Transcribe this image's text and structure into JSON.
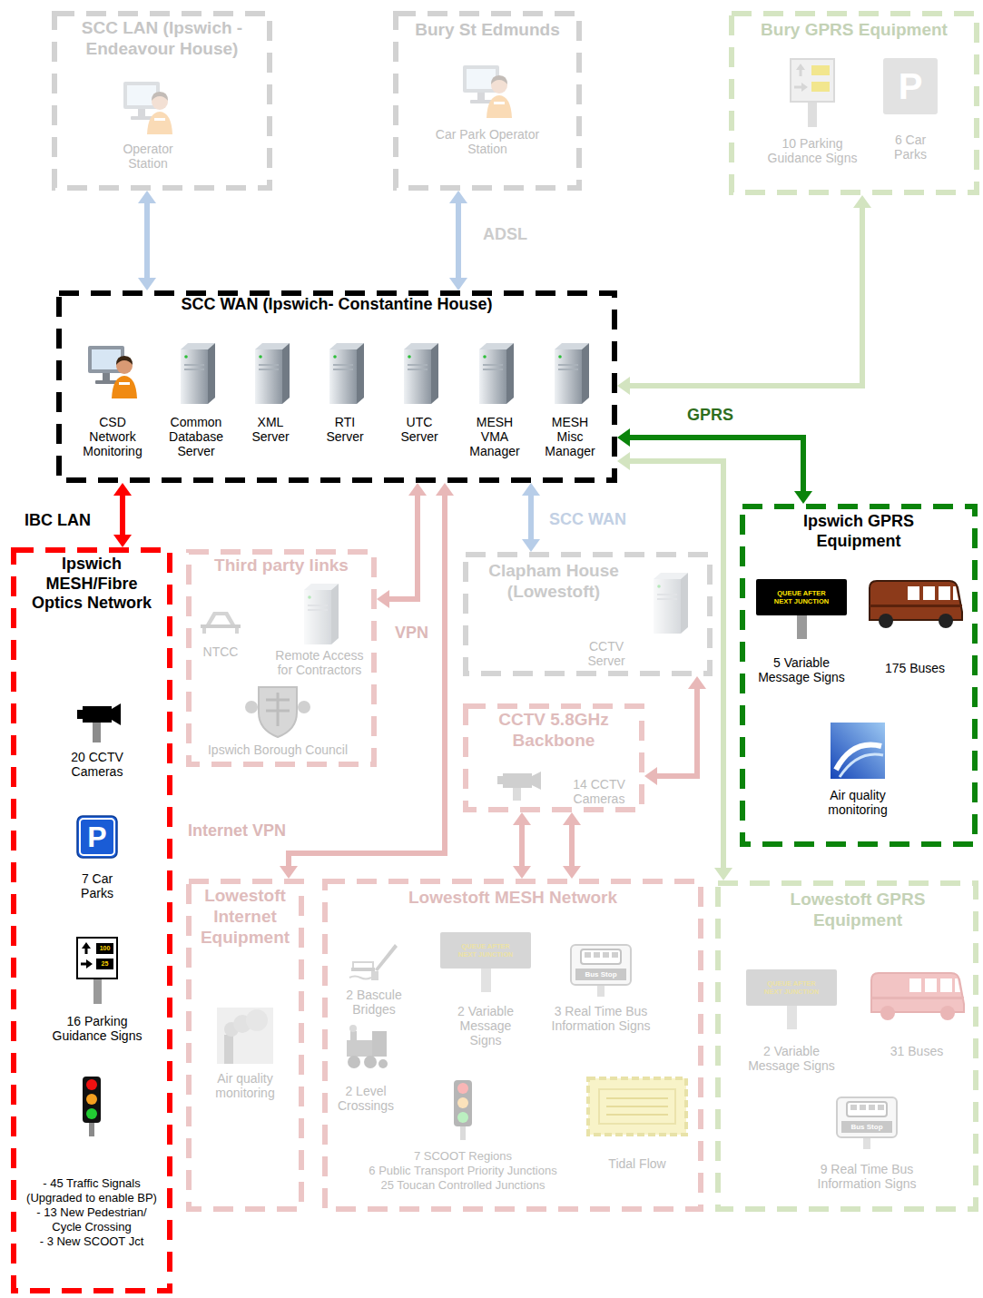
{
  "diagram": {
    "nodes": [
      {
        "text": [
          "SCC LAN (Ipswich - Endeavour House)"
        ]
      },
      {
        "text": [
          "Operator Station"
        ],
        "in": 0
      },
      {
        "text": [
          "Bury St Edmunds"
        ]
      },
      {
        "text": [
          "Car Park Operator Station"
        ],
        "in": 2
      },
      {
        "text": [
          "Bury GPRS Equipment"
        ]
      },
      {
        "text": [
          "10 Parking Guidance Signs"
        ],
        "in": 4
      },
      {
        "text": [
          "P",
          "6 Car Parks"
        ],
        "in": 4
      },
      {
        "text": [
          "SCC WAN (Ipswich- Constantine House)"
        ]
      },
      {
        "text": [
          "CSD Network Monitoring"
        ],
        "in": 7
      },
      {
        "text": [
          "Common Database Server"
        ],
        "in": 7
      },
      {
        "text": [
          "XML Server"
        ],
        "in": 7
      },
      {
        "text": [
          "RTI Server"
        ],
        "in": 7
      },
      {
        "text": [
          "UTC Server"
        ],
        "in": 7
      },
      {
        "text": [
          "MESH VMA Manager"
        ],
        "in": 7
      },
      {
        "text": [
          "MESH Misc Manager"
        ],
        "in": 7
      },
      {
        "text": [
          "Ipswich MESH/Fibre Optics Network"
        ]
      },
      {
        "text": [
          "20 CCTV Cameras"
        ],
        "in": 15
      },
      {
        "text": [
          "P",
          "7 Car Parks"
        ],
        "in": 15
      },
      {
        "text": [
          "100",
          "25",
          "16 Parking Guidance Signs"
        ],
        "in": 15
      },
      {
        "text": [
          "- 45 Traffic Signals (Upgraded to enable BP)",
          "- 13 New Pedestrian/ Cycle Crossing",
          "- 3 New SCOOT Jct"
        ],
        "in": 15
      },
      {
        "text": [
          "Third party links"
        ]
      },
      {
        "text": [
          "NTCC"
        ],
        "in": 20
      },
      {
        "text": [
          "Remote Access for Contractors"
        ],
        "in": 20
      },
      {
        "text": [
          "Ipswich Borough Council"
        ],
        "in": 20
      },
      {
        "text": [
          "Clapham House (Lowestoft)"
        ]
      },
      {
        "text": [
          "CCTV Server"
        ],
        "in": 24
      },
      {
        "text": [
          "CCTV 5.8GHz Backbone"
        ]
      },
      {
        "text": [
          "14 CCTV Cameras"
        ],
        "in": 26
      },
      {
        "text": [
          "Ipswich GPRS Equipment"
        ]
      },
      {
        "text": [
          "QUEUE AFTER NEXT JUNCTION",
          "5 Variable Message Signs"
        ],
        "in": 28
      },
      {
        "text": [
          "175 Buses"
        ],
        "in": 28
      },
      {
        "text": [
          "Air quality monitoring"
        ],
        "in": 28
      },
      {
        "text": [
          "Lowestoft Internet Equipment"
        ]
      },
      {
        "text": [
          "Air quality monitoring"
        ],
        "in": 32
      },
      {
        "text": [
          "Lowestoft MESH Network"
        ]
      },
      {
        "text": [
          "2 Bascule Bridges"
        ],
        "in": 34
      },
      {
        "text": [
          "QUEUE AFTER NEXT JUNCTION",
          "2 Variable Message Signs"
        ],
        "in": 34
      },
      {
        "text": [
          "Bus Stop",
          "3 Real Time Bus Information Signs"
        ],
        "in": 34
      },
      {
        "text": [
          "2 Level Crossings"
        ],
        "in": 34
      },
      {
        "text": [
          "7 SCOOT Regions",
          "6 Public Transport Priority Junctions",
          "25 Toucan Controlled Junctions"
        ],
        "in": 34
      },
      {
        "text": [
          "Tidal Flow"
        ],
        "in": 34
      },
      {
        "text": [
          "Lowestoft GPRS Equipment"
        ]
      },
      {
        "text": [
          "QUEUE AFTER NEXT JUNCTION",
          "2 Variable Message Signs"
        ],
        "in": 41
      },
      {
        "text": [
          "31 Buses"
        ],
        "in": 41
      },
      {
        "text": [
          "Bus Stop",
          "9 Real Time Bus Information Signs"
        ],
        "in": 41
      }
    ],
    "edges": [
      {
        "from": 0,
        "to": 7,
        "arrow": "both"
      },
      {
        "from": 2,
        "to": 7,
        "label": "ADSL",
        "arrow": "both"
      },
      {
        "from": 7,
        "to": 4,
        "arrow": "both"
      },
      {
        "from": 7,
        "to": 28,
        "label": "GPRS",
        "arrow": "both"
      },
      {
        "from": 7,
        "to": 41,
        "arrow": "both"
      },
      {
        "from": 7,
        "to": 15,
        "label": "IBC LAN",
        "arrow": "both"
      },
      {
        "from": 7,
        "to": 20,
        "label": "VPN",
        "arrow": "both"
      },
      {
        "from": 7,
        "to": 32,
        "label": "Internet VPN",
        "arrow": "both"
      },
      {
        "from": 7,
        "to": 24,
        "label": "SCC WAN",
        "arrow": "both"
      },
      {
        "from": 24,
        "to": 26,
        "arrow": "both"
      },
      {
        "from": 26,
        "to": 34,
        "arrow": "both"
      },
      {
        "from": 26,
        "to": 34,
        "arrow": "both"
      }
    ]
  }
}
